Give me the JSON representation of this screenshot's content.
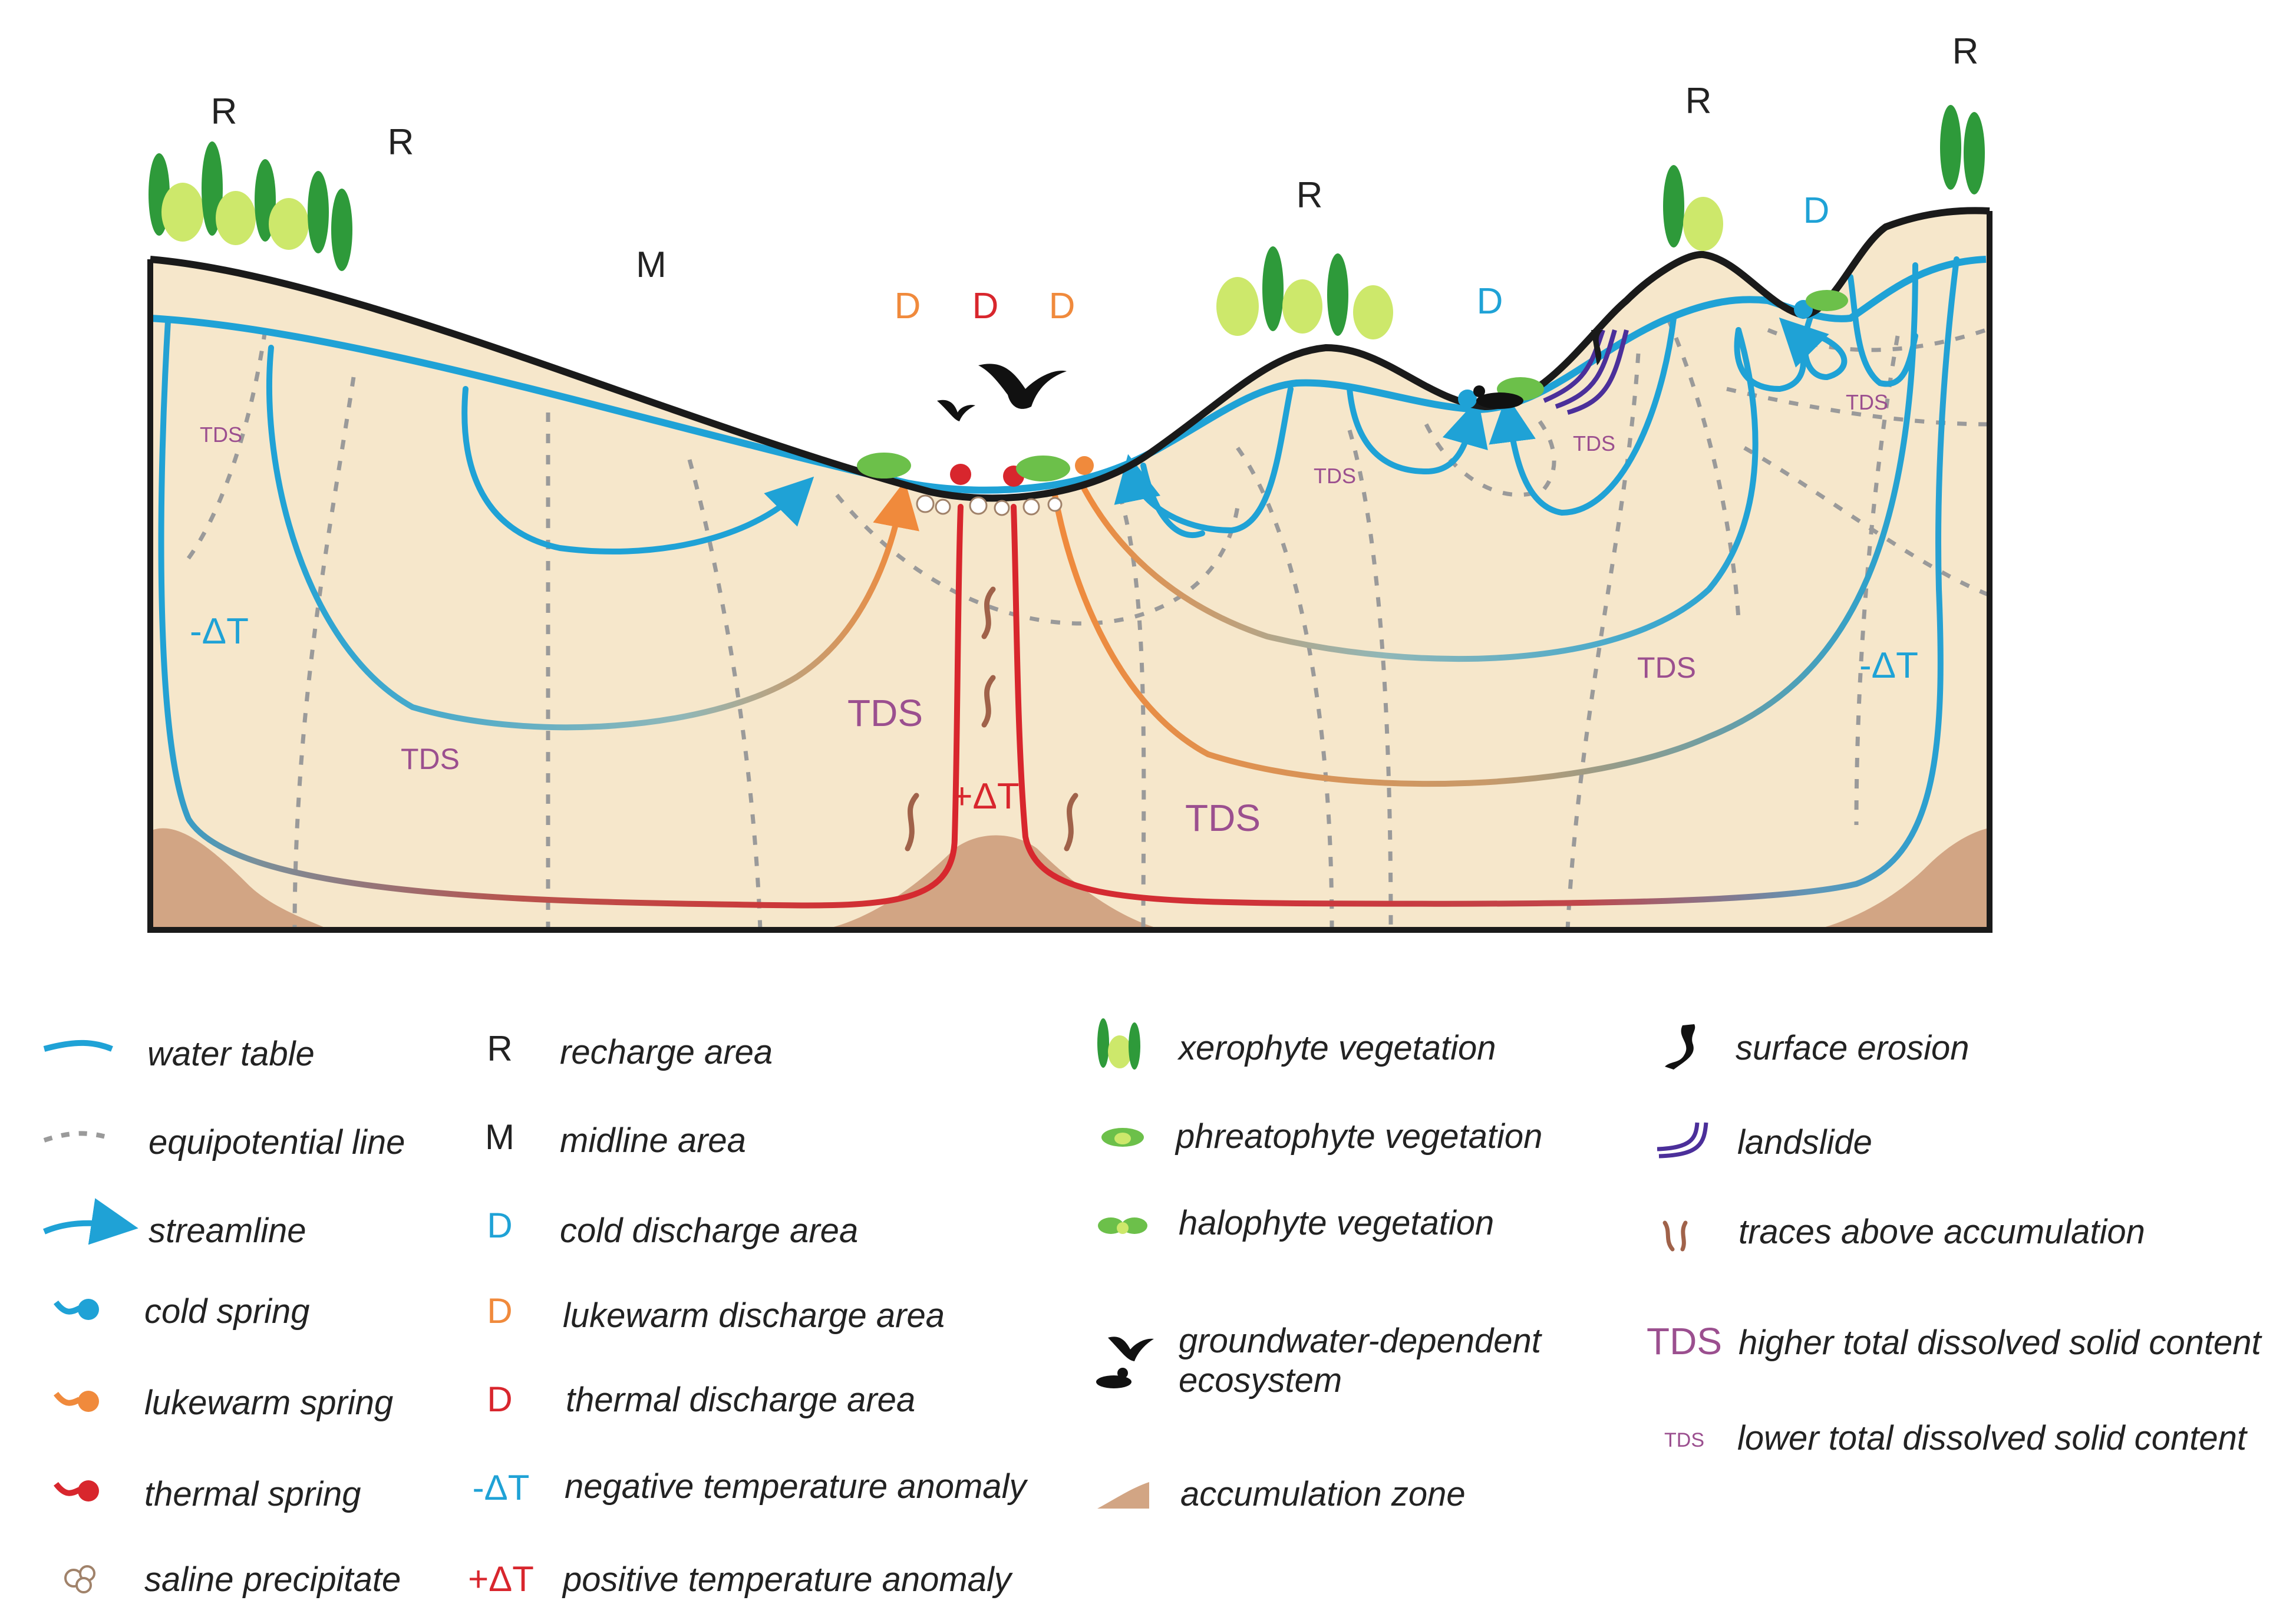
{
  "diagram": {
    "colors": {
      "ground": "#f6e7cb",
      "water_table": "#1fa2d6",
      "equipotential": "#9a9a9a",
      "cold": "#1fa2d6",
      "lukewarm": "#f08a3c",
      "thermal": "#d8262d",
      "tds": "#9b4f8f",
      "accumulation": "#d2a584",
      "landslide": "#4b2f9a",
      "tree_dark": "#2e9a3a",
      "tree_light": "#cde86b"
    },
    "labels": {
      "recharge": "R",
      "midline": "M",
      "discharge": "D",
      "neg_anomaly": "-ΔT",
      "pos_anomaly": "+ΔT",
      "tds": "TDS"
    }
  },
  "legend": {
    "col1": [
      {
        "icon": "water-table-icon",
        "text": "water table"
      },
      {
        "icon": "equipotential-line-icon",
        "text": "equipotential line"
      },
      {
        "icon": "streamline-icon",
        "text": "streamline"
      },
      {
        "icon": "cold-spring-icon",
        "text": "cold spring"
      },
      {
        "icon": "lukewarm-spring-icon",
        "text": "lukewarm spring"
      },
      {
        "icon": "thermal-spring-icon",
        "text": "thermal spring"
      },
      {
        "icon": "saline-precipitate-icon",
        "text": "saline precipitate"
      }
    ],
    "col2": [
      {
        "symbol": "R",
        "color": "#222222",
        "text": "recharge area"
      },
      {
        "symbol": "M",
        "color": "#222222",
        "text": "midline area"
      },
      {
        "symbol": "D",
        "color": "#1fa2d6",
        "text": "cold discharge area"
      },
      {
        "symbol": "D",
        "color": "#f08a3c",
        "text": "lukewarm discharge area"
      },
      {
        "symbol": "D",
        "color": "#d8262d",
        "text": "thermal discharge area"
      },
      {
        "symbol": "-ΔT",
        "color": "#1fa2d6",
        "text": "negative temperature anomaly"
      },
      {
        "symbol": "+ΔT",
        "color": "#d8262d",
        "text": "positive temperature anomaly"
      }
    ],
    "col3": [
      {
        "icon": "xerophyte-vegetation-icon",
        "text": "xerophyte vegetation"
      },
      {
        "icon": "phreatophyte-vegetation-icon",
        "text": "phreatophyte vegetation"
      },
      {
        "icon": "halophyte-vegetation-icon",
        "text": "halophyte vegetation"
      },
      {
        "icon": "gde-icon",
        "text": "groundwater-dependent",
        "text2": "ecosystem"
      },
      {
        "icon": "accumulation-zone-icon",
        "text": "accumulation zone"
      }
    ],
    "col4": [
      {
        "icon": "surface-erosion-icon",
        "text": "surface erosion"
      },
      {
        "icon": "landslide-icon",
        "text": "landslide"
      },
      {
        "icon": "traces-icon",
        "text": "traces above accumulation"
      },
      {
        "symbol": "TDS",
        "text": "higher total dissolved solid content"
      },
      {
        "symbol": "TDS",
        "text": "lower total dissolved solid content"
      }
    ]
  }
}
